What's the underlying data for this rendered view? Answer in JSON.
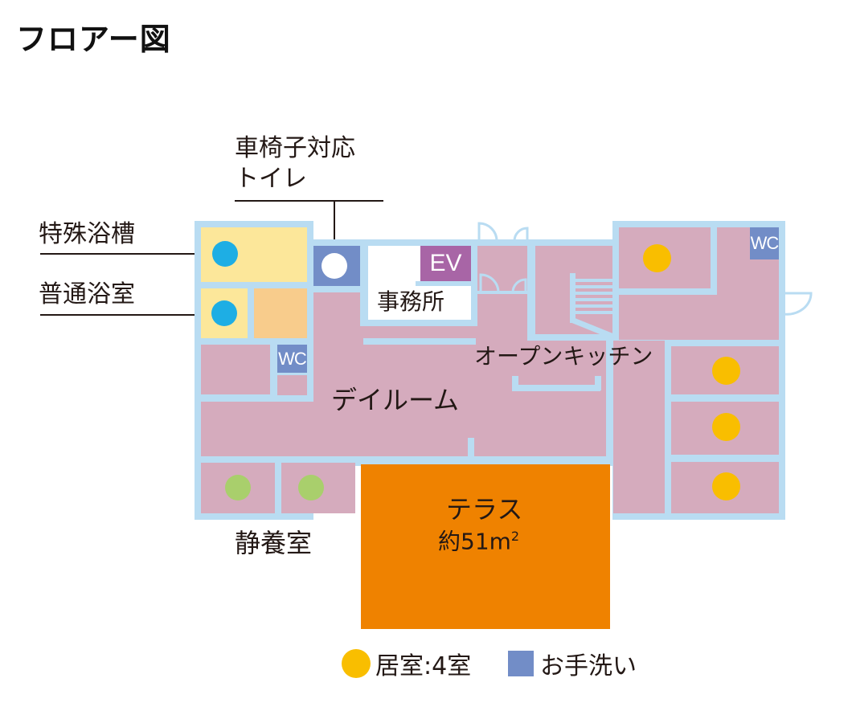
{
  "title": "フロアー図",
  "callouts": {
    "wheelchair_toilet_line1": "車椅子対応",
    "wheelchair_toilet_line2": "トイレ",
    "special_bath": "特殊浴槽",
    "normal_bath": "普通浴室"
  },
  "rooms": {
    "office": "事務所",
    "elevator": "EV",
    "open_kitchen": "オープンキッチン",
    "day_room": "デイルーム",
    "terrace": "テラス",
    "terrace_area": "約51m",
    "terrace_area_sup": "2",
    "quiet_room": "静養室",
    "wc_left": "WC",
    "wc_right": "WC"
  },
  "legend": {
    "living_room": "居室:4室",
    "restroom": "お手洗い"
  },
  "colors": {
    "wall": "#b9dcf2",
    "room": "#d5abbd",
    "bath_yellow": "#fce79a",
    "bath_orange": "#f8cc8c",
    "terrace": "#ef8200",
    "restroom": "#728dc7",
    "elevator": "#a865a6",
    "living_room_dot": "#f9be00",
    "quiet_room_dot": "#a9cf6c",
    "bath_dot": "#1eaee4"
  }
}
